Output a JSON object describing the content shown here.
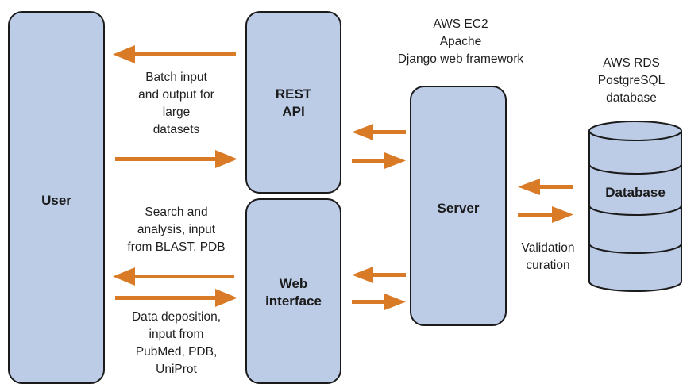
{
  "nodes": {
    "user": {
      "label": "User"
    },
    "rest_api": {
      "label": "REST\nAPI"
    },
    "web_interface": {
      "label": "Web\ninterface"
    },
    "server": {
      "label": "Server"
    },
    "database": {
      "label": "Database"
    }
  },
  "annotations": {
    "server_stack": "AWS EC2\nApache\nDjango web framework",
    "rds": "AWS RDS\nPostgreSQL\ndatabase",
    "batch": "Batch input\nand output for\nlarge\ndatasets",
    "search": "Search and\nanalysis, input\nfrom BLAST, PDB",
    "deposition": "Data deposition,\ninput from\nPubMed, PDB,\nUniProt",
    "validation": "Validation\ncuration"
  },
  "colors": {
    "box_fill": "#bccbe6",
    "box_stroke": "#1b1b1b",
    "arrow": "#d97a26"
  }
}
